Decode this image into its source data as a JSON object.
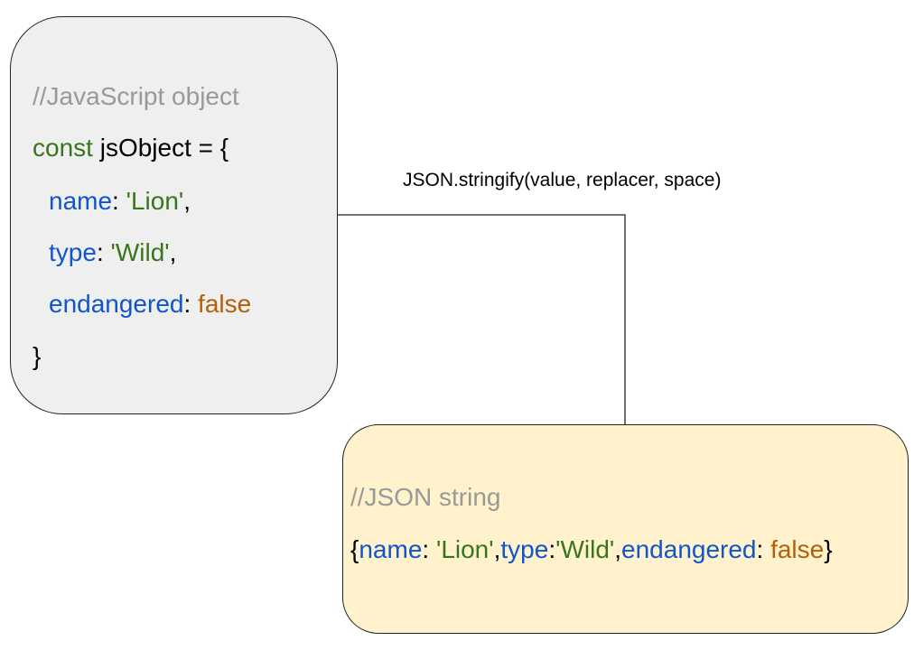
{
  "js_box": {
    "comment": "//JavaScript object",
    "line1": {
      "keyword": "const",
      "rest": " jsObject = {"
    },
    "name_line": {
      "key": "name",
      "colon": ": ",
      "value": "'Lion'",
      "trail": ","
    },
    "type_line": {
      "key": "type",
      "colon": ": ",
      "value": "'Wild'",
      "trail": ","
    },
    "endangered_line": {
      "key": "endangered",
      "colon": ": ",
      "value": "false"
    },
    "close": "}"
  },
  "arrow_label": "JSON.stringify(value, replacer, space)",
  "json_box": {
    "comment": "//JSON string",
    "open": "{",
    "name_key": "name",
    "name_colon": ": ",
    "name_value": "'Lion'",
    "sep1": ",",
    "type_key": "type",
    "type_colon": ":",
    "type_value": "'Wild'",
    "sep2": ",",
    "endangered_key": "endangered",
    "endangered_colon": ": ",
    "endangered_value": "false",
    "close": "}"
  },
  "colors": {
    "comment": "#999999",
    "keyword": "#38761d",
    "key": "#1155cc",
    "string": "#38761d",
    "boolean": "#b45f06",
    "js_box_fill": "#efefef",
    "json_box_fill": "#fff2cc"
  }
}
